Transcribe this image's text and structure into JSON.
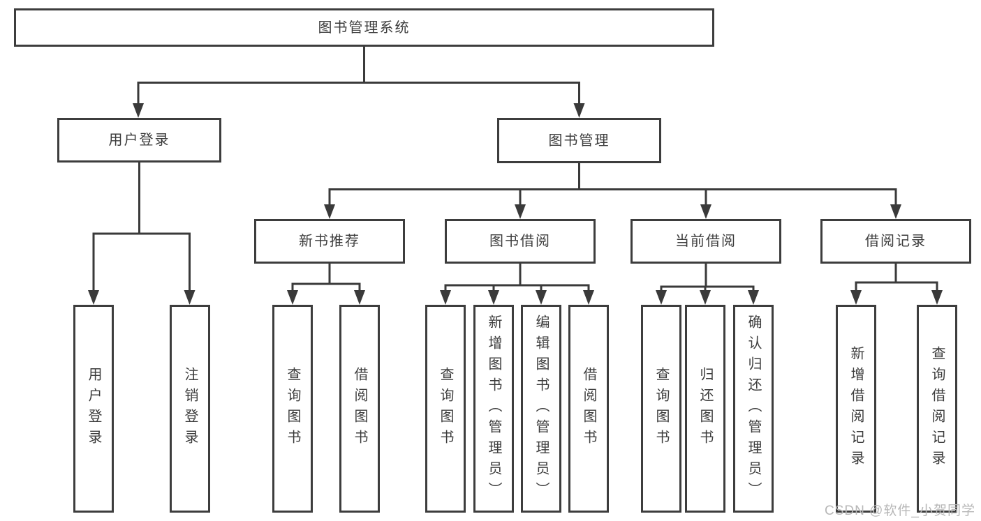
{
  "tree": {
    "root": {
      "label": "图书管理系统"
    },
    "branches": [
      {
        "label": "用户登录",
        "children": [
          {
            "label": "用户登录"
          },
          {
            "label": "注销登录"
          }
        ]
      },
      {
        "label": "图书管理",
        "children": [
          {
            "label": "新书推荐",
            "children": [
              {
                "label": "查询图书"
              },
              {
                "label": "借阅图书"
              }
            ]
          },
          {
            "label": "图书借阅",
            "children": [
              {
                "label": "查询图书"
              },
              {
                "label": "新增图书（管理员）"
              },
              {
                "label": "编辑图书（管理员）"
              },
              {
                "label": "借阅图书"
              }
            ]
          },
          {
            "label": "当前借阅",
            "children": [
              {
                "label": "查询图书"
              },
              {
                "label": "归还图书"
              },
              {
                "label": "确认归还（管理员）"
              }
            ]
          },
          {
            "label": "借阅记录",
            "children": [
              {
                "label": "新增借阅记录"
              },
              {
                "label": "查询借阅记录"
              }
            ]
          }
        ]
      }
    ]
  },
  "watermark": {
    "text": "CSDN @软件_小贺同学"
  },
  "colors": {
    "box_border": "#3d3d3d",
    "connector_line": "#3a3a3a",
    "text": "#3c3c3c",
    "watermark_text": "#b7b7b7",
    "background": "#ffffff"
  }
}
